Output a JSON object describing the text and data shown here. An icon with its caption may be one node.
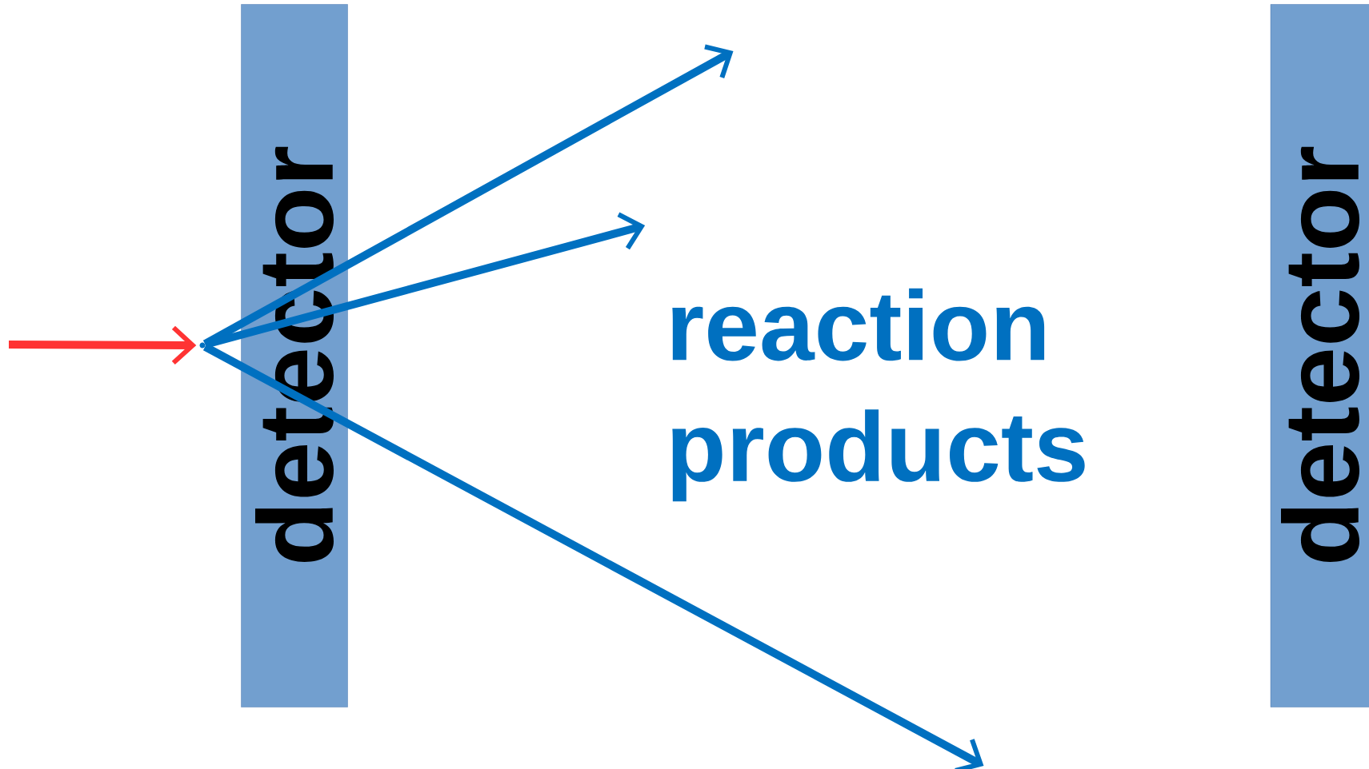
{
  "diagram": {
    "nodes": [
      {
        "text": [
          "detector"
        ]
      },
      {
        "text": [
          "detector"
        ]
      },
      {
        "text": [],
        "shape": "point"
      }
    ],
    "edges": [
      {
        "from": null,
        "to": 2,
        "arrow": "to",
        "color": "#ff3333"
      },
      {
        "from": 2,
        "to": null,
        "arrow": "to"
      },
      {
        "from": 2,
        "to": null,
        "arrow": "to"
      },
      {
        "from": 2,
        "to": null,
        "arrow": "to"
      }
    ],
    "labels": [
      "reaction products"
    ]
  }
}
